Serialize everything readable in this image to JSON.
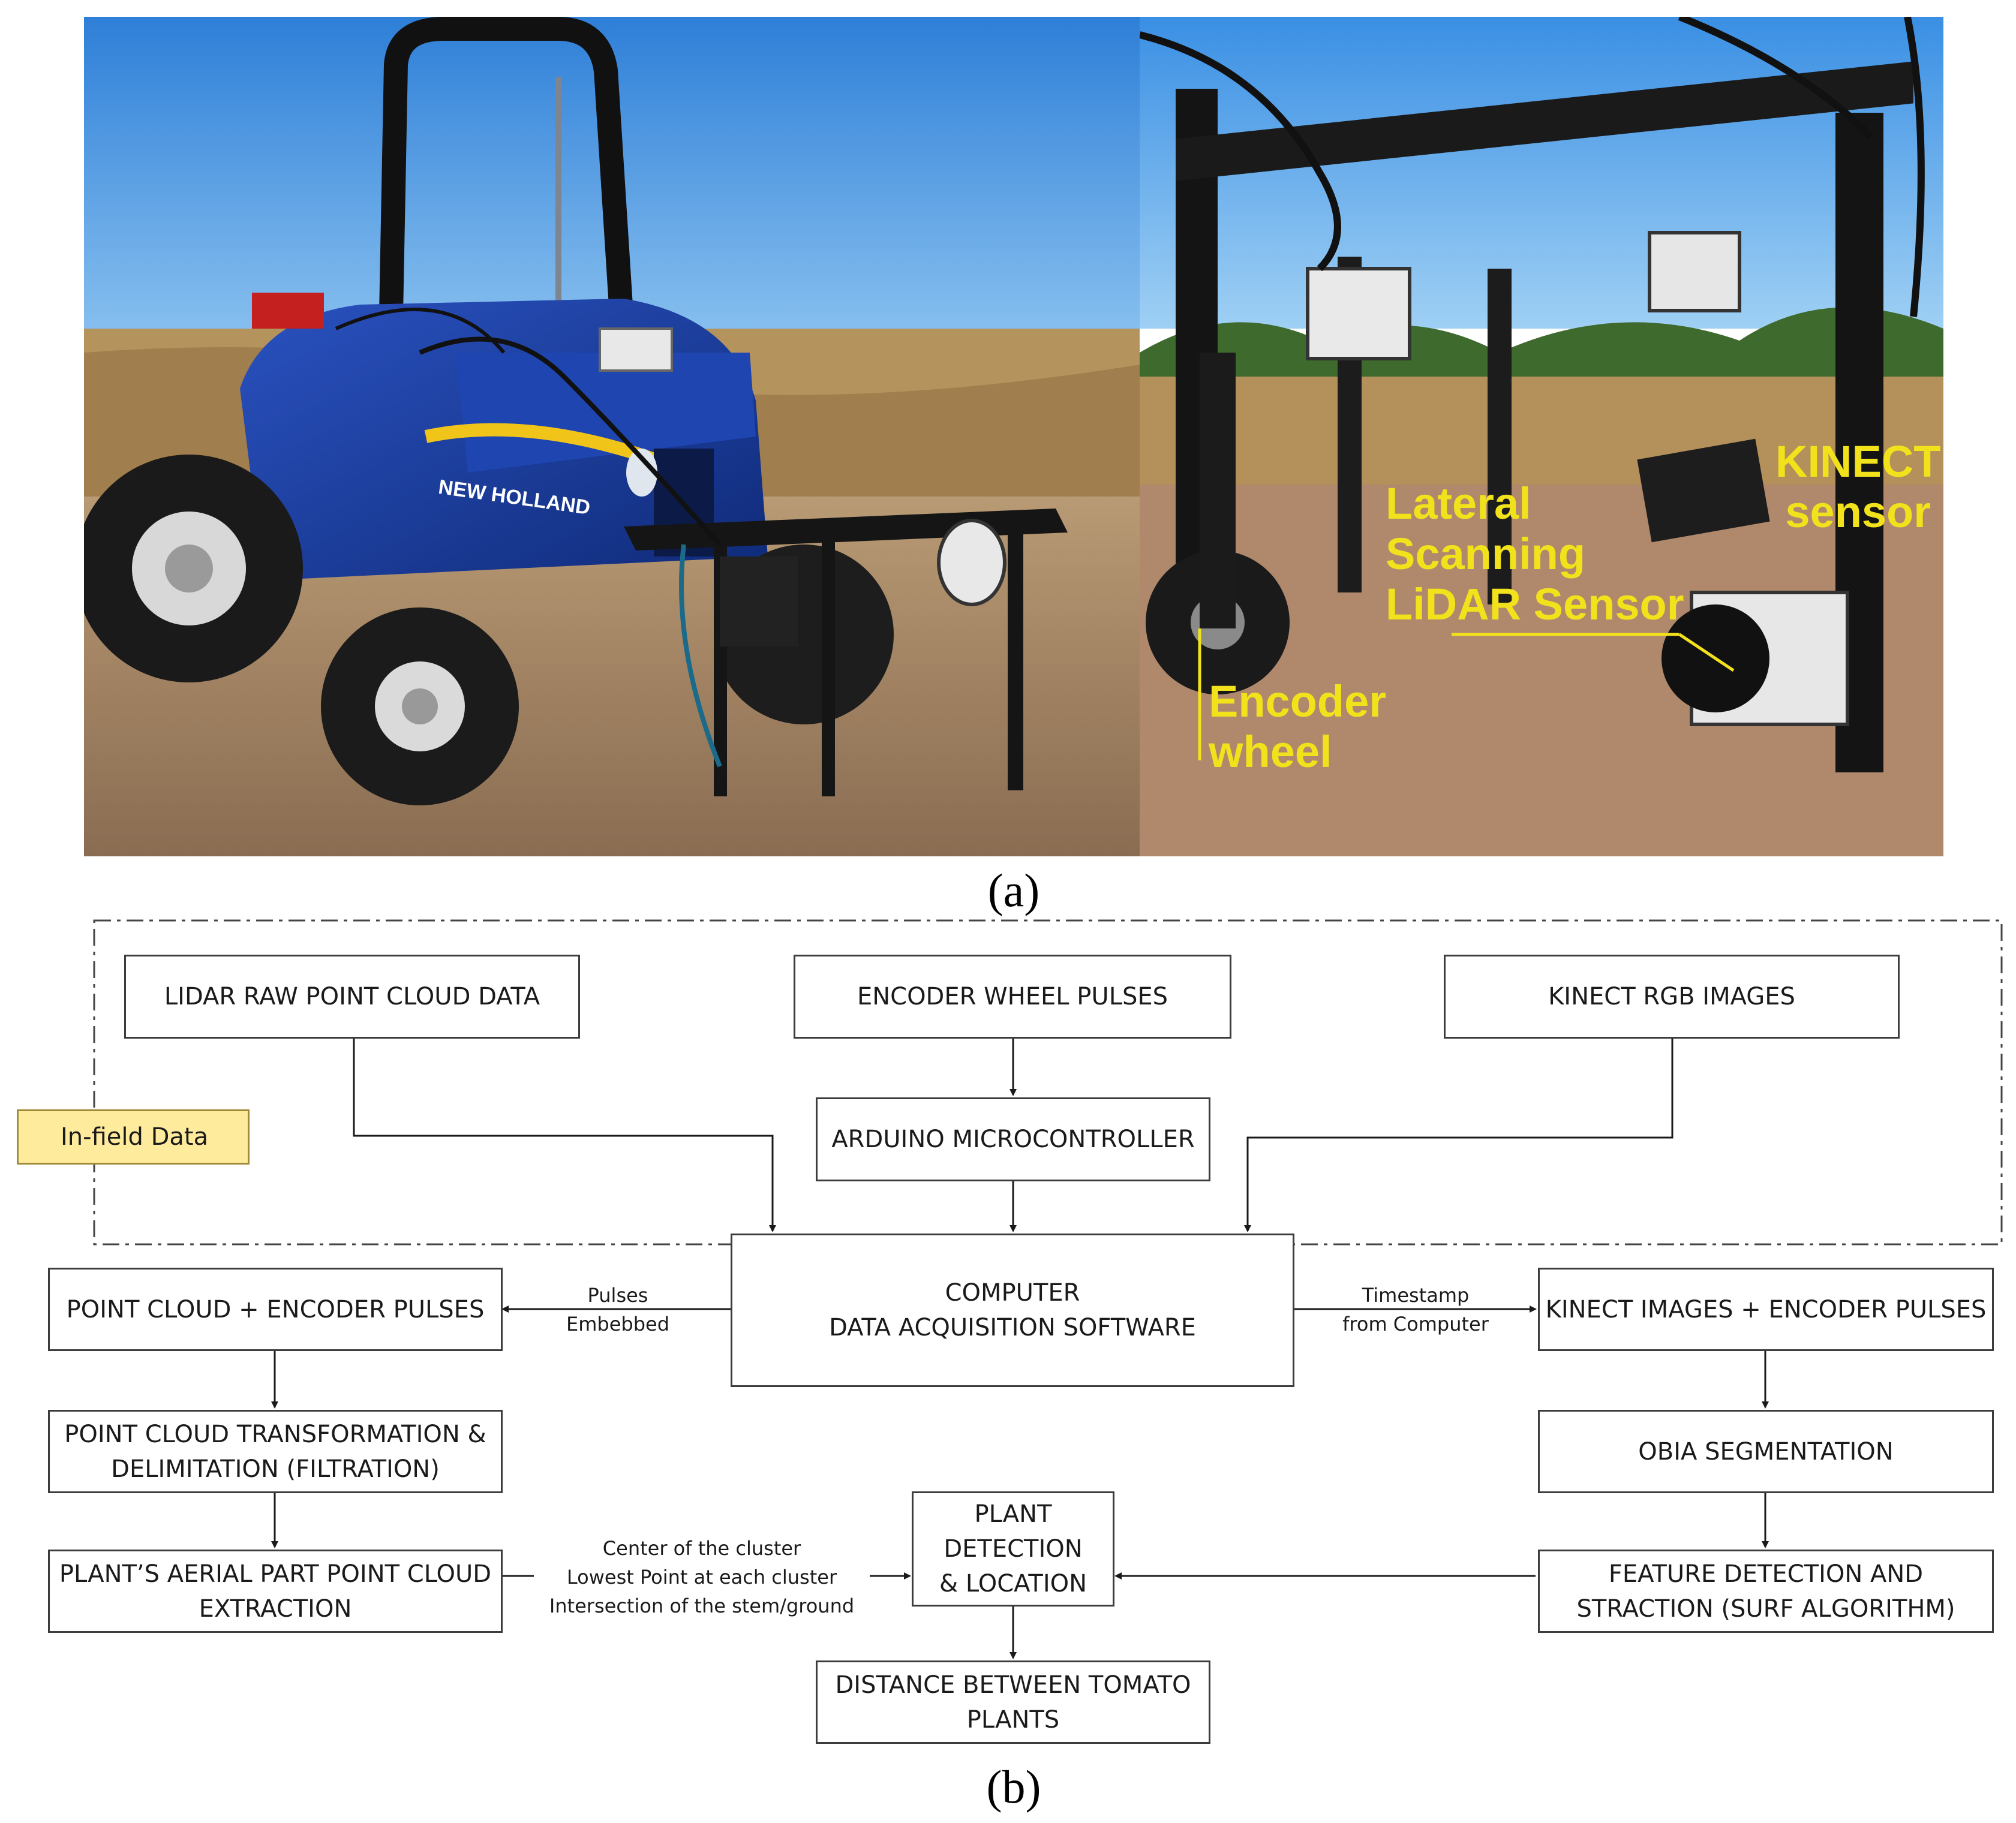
{
  "figure": {
    "caption_a": "(a)",
    "caption_b": "(b)"
  },
  "photo_right": {
    "annotations": {
      "kinect": "KINECT\nsensor",
      "lidar": "Lateral\nScanning\nLiDAR Sensor",
      "encoder": "Encoder\nwheel"
    },
    "tractor_logo": "NEW HOLLAND"
  },
  "flowchart": {
    "boxes": {
      "lidar_raw": "LIDAR RAW POINT CLOUD DATA",
      "encoder_pulses": "ENCODER WHEEL PULSES",
      "kinect_rgb": "KINECT RGB IMAGES",
      "arduino": "ARDUINO MICROCONTROLLER",
      "in_field": "In-field Data",
      "computer": "COMPUTER\nDATA ACQUISITION SOFTWARE",
      "pc_encoder": "POINT CLOUD + ENCODER PULSES",
      "kinect_encoder": "KINECT IMAGES + ENCODER PULSES",
      "pc_transform": "POINT CLOUD TRANSFORMATION &\nDELIMITATION (FILTRATION)",
      "obia": "OBIA SEGMENTATION",
      "aerial": "PLANT’S AERIAL PART POINT CLOUD\nEXTRACTION",
      "plant_detect": "PLANT\nDETECTION\n& LOCATION",
      "feature": "FEATURE DETECTION AND\nSTRACTION (SURF ALGORITHM)",
      "distance": "DISTANCE BETWEEN TOMATO\nPLANTS"
    },
    "labels": {
      "pulses_embedded": "Pulses\nEmbebbed",
      "timestamp": "Timestamp\nfrom Computer",
      "cluster": "Center of the cluster\nLowest Point at each cluster\nIntersection of the stem/ground"
    }
  },
  "colors": {
    "box_border": "#3c3c3c",
    "in_field_fill": "#ffeb9c",
    "annotation_yellow": "#f2e21c",
    "tractor_blue": "#1a3c9c",
    "sky_blue": "#3f8fe0",
    "soil_brown": "#a9866a"
  }
}
